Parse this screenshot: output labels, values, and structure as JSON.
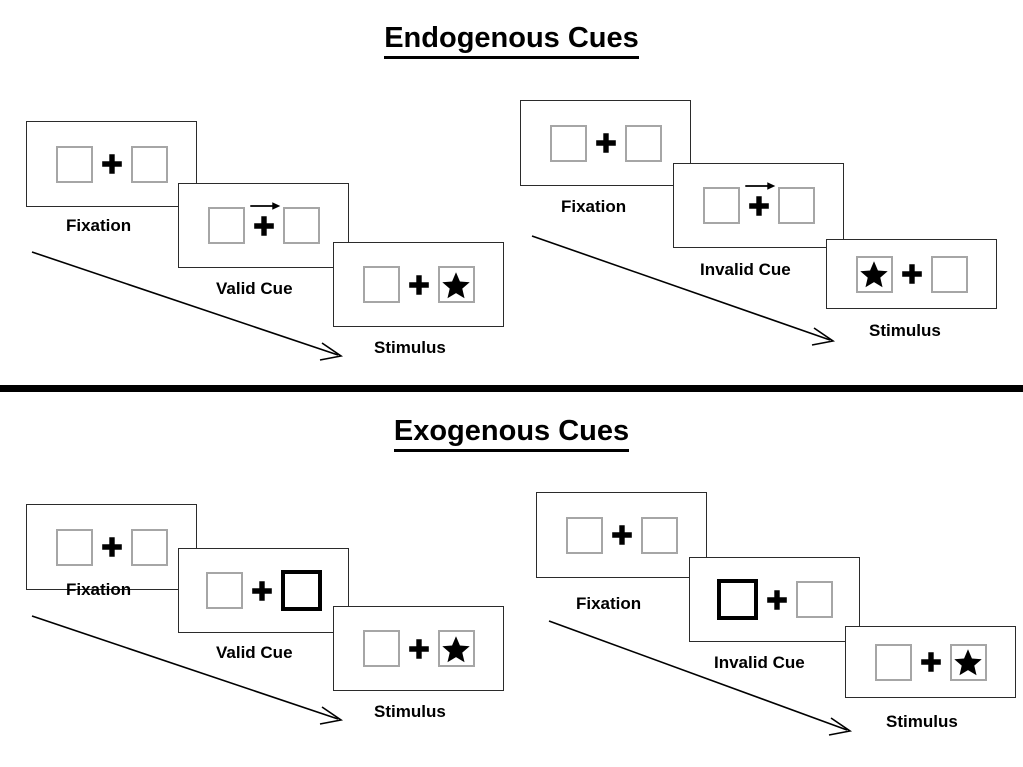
{
  "sections": [
    {
      "id": "endogenous",
      "title": "Endogenous Cues",
      "sequences": [
        {
          "id": "endogenous-valid",
          "panels": [
            {
              "stage": "Fixation",
              "cue": "none",
              "left": "empty",
              "right": "empty"
            },
            {
              "stage": "Valid Cue",
              "cue": "arrow-right",
              "left": "empty",
              "right": "empty"
            },
            {
              "stage": "Stimulus",
              "cue": "none",
              "left": "empty",
              "right": "star"
            }
          ]
        },
        {
          "id": "endogenous-invalid",
          "panels": [
            {
              "stage": "Fixation",
              "cue": "none",
              "left": "empty",
              "right": "empty"
            },
            {
              "stage": "Invalid Cue",
              "cue": "arrow-right",
              "left": "empty",
              "right": "empty"
            },
            {
              "stage": "Stimulus",
              "cue": "none",
              "left": "star",
              "right": "empty"
            }
          ]
        }
      ]
    },
    {
      "id": "exogenous",
      "title": "Exogenous Cues",
      "sequences": [
        {
          "id": "exogenous-valid",
          "panels": [
            {
              "stage": "Fixation",
              "cue": "none",
              "left": "empty",
              "right": "empty"
            },
            {
              "stage": "Valid Cue",
              "cue": "box-right",
              "left": "empty",
              "right": "cued"
            },
            {
              "stage": "Stimulus",
              "cue": "none",
              "left": "empty",
              "right": "star"
            }
          ]
        },
        {
          "id": "exogenous-invalid",
          "panels": [
            {
              "stage": "Fixation",
              "cue": "none",
              "left": "empty",
              "right": "empty"
            },
            {
              "stage": "Invalid Cue",
              "cue": "box-left",
              "left": "cued",
              "right": "empty"
            },
            {
              "stage": "Stimulus",
              "cue": "none",
              "left": "empty",
              "right": "star"
            }
          ]
        }
      ]
    }
  ],
  "labels": {
    "fixation": "Fixation",
    "valid_cue": "Valid Cue",
    "invalid_cue": "Invalid Cue",
    "stimulus": "Stimulus"
  },
  "colors": {
    "panel_border": "#2b2b2b",
    "square_border": "#a6a6a6",
    "cued_square_border": "#000000",
    "ink": "#000000",
    "background": "#ffffff"
  }
}
